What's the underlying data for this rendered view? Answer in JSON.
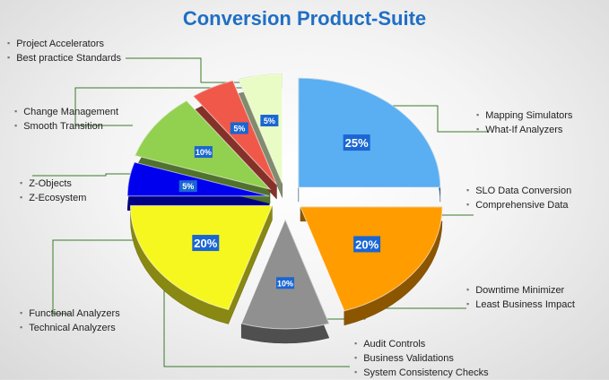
{
  "title": "Conversion Product-Suite",
  "chart_data": {
    "type": "pie",
    "categories": [
      "Mapping Simulators / What-If Analyzers",
      "SLO Data Conversion / Comprehensive Data",
      "Downtime Minimizer / Least Business Impact",
      "Audit Controls / Business Validations / System Consistency Checks",
      "Functional Analyzers / Technical Analyzers",
      "Z-Objects / Z-Ecosystem",
      "Change Management / Smooth Transition",
      "Project Accelerators / Best practice Standards"
    ],
    "values": [
      25,
      20,
      10,
      20,
      5,
      10,
      5,
      5
    ],
    "labels": [
      "25%",
      "20%",
      "10%",
      "20%",
      "5%",
      "10%",
      "5%",
      "5%"
    ],
    "colors": [
      "#5aaef2",
      "#ff9c00",
      "#909090",
      "#f7f720",
      "#0000ee",
      "#92d050",
      "#f0594a",
      "#eafcc6"
    ],
    "exploded": true
  },
  "annotations": [
    {
      "items": [
        "Mapping Simulators",
        "What-If Analyzers"
      ]
    },
    {
      "items": [
        "SLO Data Conversion",
        "Comprehensive Data"
      ]
    },
    {
      "items": [
        "Downtime Minimizer",
        "Least Business Impact"
      ]
    },
    {
      "items": [
        "Audit Controls",
        "Business Validations",
        "System Consistency Checks"
      ]
    },
    {
      "items": [
        "Functional Analyzers",
        "Technical Analyzers"
      ]
    },
    {
      "items": [
        "Z-Objects",
        "Z-Ecosystem"
      ]
    },
    {
      "items": [
        "Change Management",
        "Smooth Transition"
      ]
    },
    {
      "items": [
        "Project Accelerators",
        "Best practice Standards"
      ]
    }
  ]
}
